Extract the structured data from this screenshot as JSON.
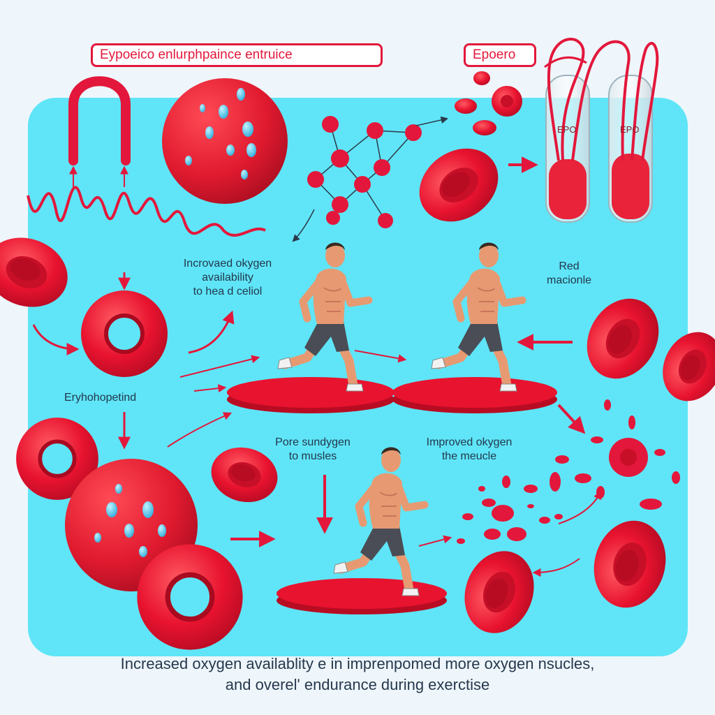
{
  "banners": {
    "top_left": "Eypoeico enlurphpaince entruice",
    "top_right": "Epoero"
  },
  "tube_labels": {
    "left": "EPO",
    "right": "EPO"
  },
  "labels": {
    "increased_oxygen": "Incrovaed okygen\navailability\nto hea d celiol",
    "red_cell": "Red\nmacionle",
    "erythropoietin": "Eryhohopetind",
    "pore_oxygen": "Pore sundygen\nto musles",
    "improved_oxygen": "Improved okygen\nthe meucle"
  },
  "caption": {
    "line1": "Increased oxygen availablity e in imprenpomed more oxygen nsucles,",
    "line2": "and overel' endurance during exerctise"
  },
  "colors": {
    "cell_red": "#e8132f",
    "panel_cyan": "#5fe5f7",
    "banner_red": "#e3173b",
    "droplet_blue": "#37bfe6",
    "skin": "#e79a72",
    "shorts": "#4a4d55"
  },
  "icons": [
    "runner-icon",
    "red-blood-cell-icon",
    "stem-cell-icon",
    "test-tube-icon",
    "molecule-icon",
    "arrow-icon"
  ]
}
